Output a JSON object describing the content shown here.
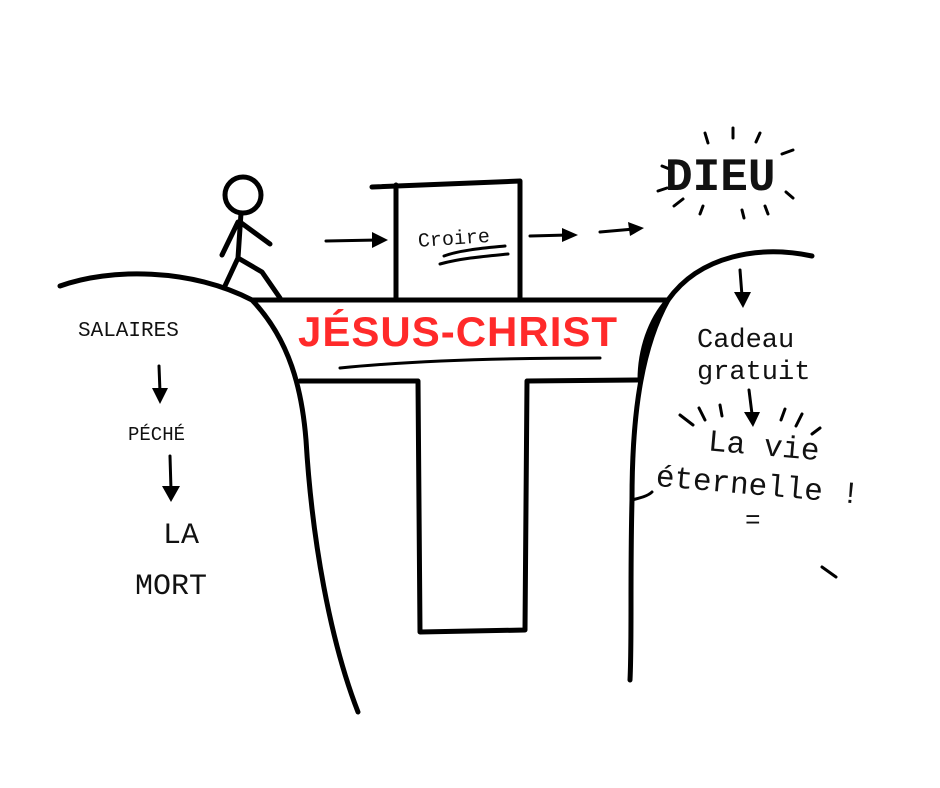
{
  "left": {
    "wages": "SALAIRES",
    "sin": "PÉCHÉ",
    "death_line1": "LA",
    "death_line2": "MORT"
  },
  "bridge": {
    "name": "JÉSUS-CHRIST",
    "believe": "Croire"
  },
  "right": {
    "god": "DIEU",
    "gift_line1": "Cadeau",
    "gift_line2": "gratuit",
    "life_line1": "La vie",
    "life_line2": "éternelle !",
    "equals": "="
  },
  "colors": {
    "accent": "#ff2a2a",
    "ink": "#000000"
  }
}
